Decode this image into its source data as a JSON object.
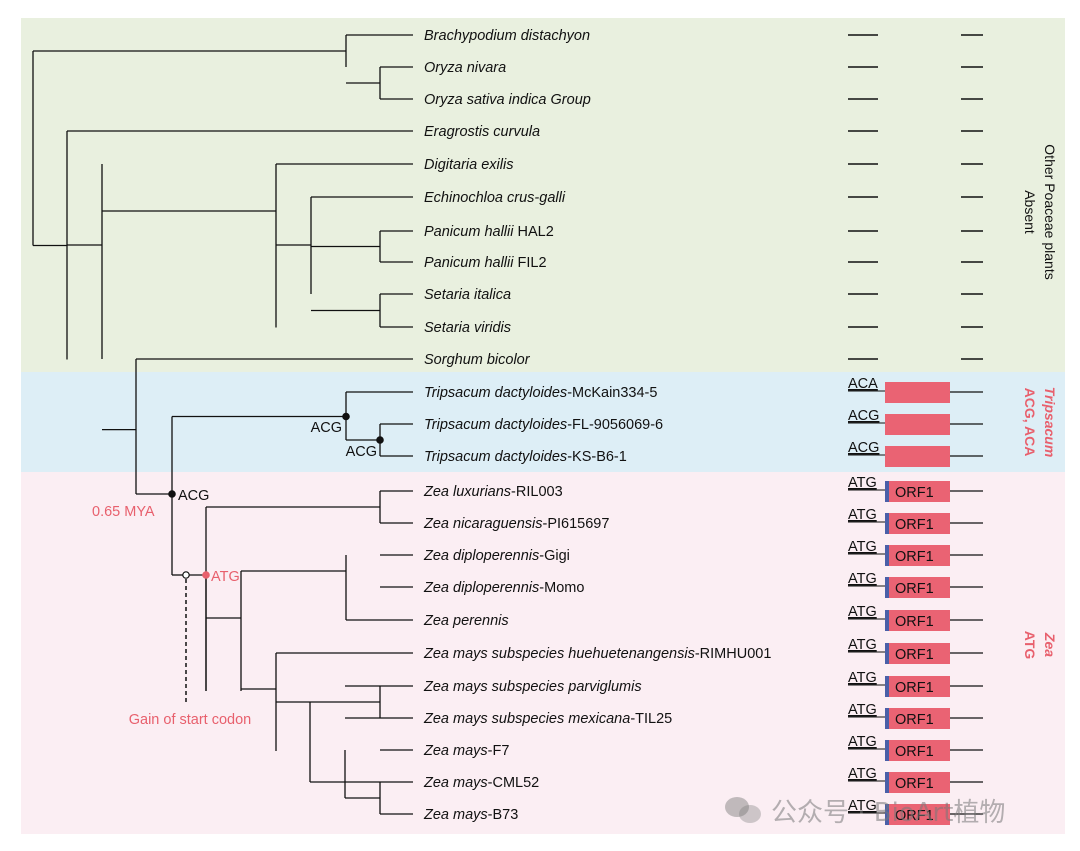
{
  "colors": {
    "other_bg": "#e9f0df",
    "tripsacum_bg": "#ddeef6",
    "zea_bg": "#fbeef3",
    "accent_red": "#e8606d",
    "orf_fill": "#ea6373",
    "orf_start": "#4a5fa8",
    "line": "#111111"
  },
  "taxa": [
    {
      "italic": "Brachypodium distachyon",
      "roman": "",
      "codon": "",
      "box": "dash"
    },
    {
      "italic": "Oryza nivara",
      "roman": "",
      "codon": "",
      "box": "dash"
    },
    {
      "italic": "Oryza sativa indica Group",
      "roman": "",
      "codon": "",
      "box": "dash"
    },
    {
      "italic": "Eragrostis curvula",
      "roman": "",
      "codon": "",
      "box": "dash"
    },
    {
      "italic": "Digitaria exilis",
      "roman": "",
      "codon": "",
      "box": "dash"
    },
    {
      "italic": "Echinochloa crus-galli",
      "roman": "",
      "codon": "",
      "box": "dash"
    },
    {
      "italic": "Panicum hallii",
      "roman": " HAL2",
      "codon": "",
      "box": "dash"
    },
    {
      "italic": "Panicum hallii",
      "roman": " FIL2",
      "codon": "",
      "box": "dash"
    },
    {
      "italic": "Setaria italica",
      "roman": "",
      "codon": "",
      "box": "dash"
    },
    {
      "italic": "Setaria viridis",
      "roman": "",
      "codon": "",
      "box": "dash"
    },
    {
      "italic": "Sorghum bicolor",
      "roman": "",
      "codon": "",
      "box": "dash"
    },
    {
      "italic": "Tripsacum dactyloides",
      "roman": "-McKain334-5",
      "codon": "ACA",
      "box": "plain"
    },
    {
      "italic": "Tripsacum dactyloides",
      "roman": "-FL-9056069-6",
      "codon": "ACG",
      "box": "plain"
    },
    {
      "italic": "Tripsacum dactyloides",
      "roman": "-KS-B6-1",
      "codon": "ACG",
      "box": "plain"
    },
    {
      "italic": "Zea luxurians",
      "roman": "-RIL003",
      "codon": "ATG",
      "box": "orf"
    },
    {
      "italic": "Zea nicaraguensis",
      "roman": "-PI615697",
      "codon": "ATG",
      "box": "orf"
    },
    {
      "italic": "Zea diploperennis",
      "roman": "-Gigi",
      "codon": "ATG",
      "box": "orf"
    },
    {
      "italic": "Zea diploperennis",
      "roman": "-Momo",
      "codon": "ATG",
      "box": "orf"
    },
    {
      "italic": "Zea perennis",
      "roman": "",
      "codon": "ATG",
      "box": "orf"
    },
    {
      "italic": "Zea mays subspecies huehuetenangensis",
      "roman": "-RIMHU001",
      "codon": "ATG",
      "box": "orf"
    },
    {
      "italic": "Zea mays subspecies parviglumis",
      "roman": "",
      "codon": "ATG",
      "box": "orf"
    },
    {
      "italic": "Zea mays subspecies mexicana",
      "roman": "-TIL25",
      "codon": "ATG",
      "box": "orf"
    },
    {
      "italic": "Zea mays",
      "roman": "-F7",
      "codon": "ATG",
      "box": "orf"
    },
    {
      "italic": "Zea mays",
      "roman": "-CML52",
      "codon": "ATG",
      "box": "orf"
    },
    {
      "italic": "Zea mays",
      "roman": "-B73",
      "codon": "ATG",
      "box": "orf"
    }
  ],
  "orf_label": "ORF1",
  "node_labels": {
    "trip_upper": "ACG",
    "trip_lower": "ACG",
    "zea_trip": "ACG",
    "atg_gain": "ATG",
    "age": "0.65 MYA",
    "gain_note": "Gain of start codon"
  },
  "groups": {
    "other": {
      "line1": "Other Poaceae plants",
      "line2": "Absent"
    },
    "tripsacum": {
      "line1": "Tripsacum",
      "line2": "ACG, ACA"
    },
    "zea": {
      "line1": "Zea",
      "line2": "ATG"
    }
  },
  "watermark": {
    "text": "公众号 · BioArt植物",
    "icon": "wechat-icon"
  }
}
